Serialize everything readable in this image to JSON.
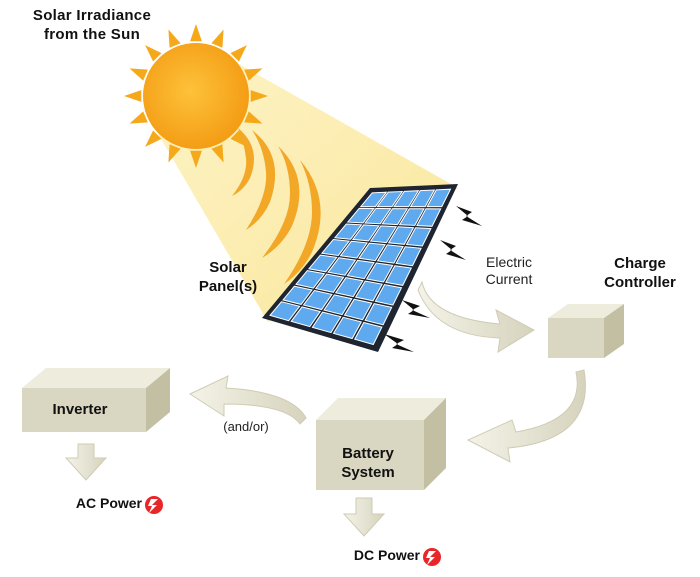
{
  "labels": {
    "sun_line1": "Solar Irradiance",
    "sun_line2": "from the Sun",
    "panel_line1": "Solar",
    "panel_line2": "Panel(s)",
    "current_line1": "Electric",
    "current_line2": "Current",
    "controller_line1": "Charge",
    "controller_line2": "Controller",
    "inverter": "Inverter",
    "andor": "(and/or)",
    "battery_line1": "Battery",
    "battery_line2": "System",
    "ac_power": "AC Power",
    "dc_power": "DC Power"
  },
  "colors": {
    "sun": "#f6a81b",
    "sun_core": "#fbbf2f",
    "beam": "#fbedb0",
    "sun_arcs": "#f2a726",
    "panel_cell": "#5fa9ee",
    "panel_grid": "#ffffff",
    "panel_frame": "#1e2430",
    "box_front": "#d9d6c1",
    "box_top": "#eeecdc",
    "box_side": "#c3bfa3",
    "arrow_fill": "#e9e7d6",
    "power_icon": "#e8262a"
  },
  "icons": [
    "sun-icon",
    "lightning-bolt-icon",
    "power-plug-icon"
  ]
}
